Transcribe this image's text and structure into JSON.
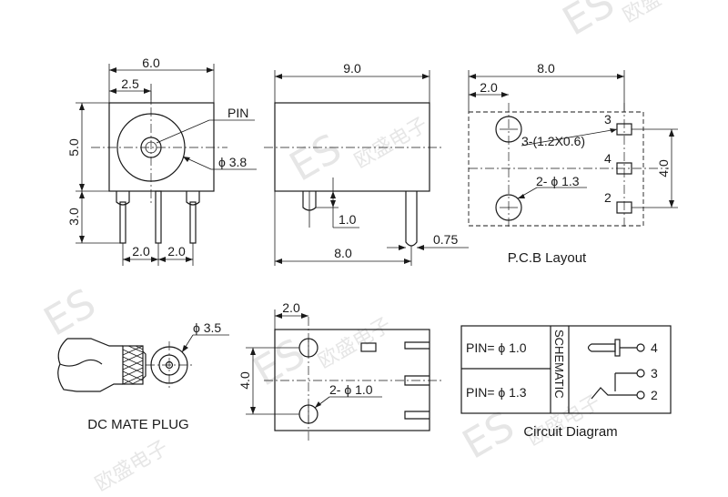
{
  "front_view": {
    "width": "6.0",
    "offset": "2.5",
    "height": "5.0",
    "pin_length": "3.0",
    "pitch_left": "2.0",
    "pitch_right": "2.0",
    "pin_label": "PIN",
    "bore": "ϕ 3.8"
  },
  "side_view": {
    "length": "9.0",
    "pin_offset": "1.0",
    "pin_pos": "8.0",
    "pin_thickness": "0.75"
  },
  "pcb_layout": {
    "width": "8.0",
    "offset": "2.0",
    "height": "4.0",
    "slot": "3-(1.2X0.6)",
    "hole": "2- ϕ 1.3",
    "pin3": "3",
    "pin4": "4",
    "pin2": "2",
    "caption": "P.C.B Layout"
  },
  "mate_plug": {
    "dia": "ϕ 3.5",
    "caption": "DC MATE PLUG"
  },
  "bottom_view": {
    "offset": "2.0",
    "height": "4.0",
    "hole": "2- ϕ 1.0"
  },
  "circuit": {
    "row1": "PIN= ϕ 1.0",
    "row2": "PIN= ϕ 1.3",
    "side_label": "SCHEMATIC",
    "pin4": "4",
    "pin3": "3",
    "pin2": "2",
    "caption": "Circuit Diagram"
  },
  "watermark": {
    "latin": "ES",
    "cjk": "欧盛电子"
  },
  "colors": {
    "ink": "#1a1a1a",
    "watermark": "#b8b8b8"
  }
}
